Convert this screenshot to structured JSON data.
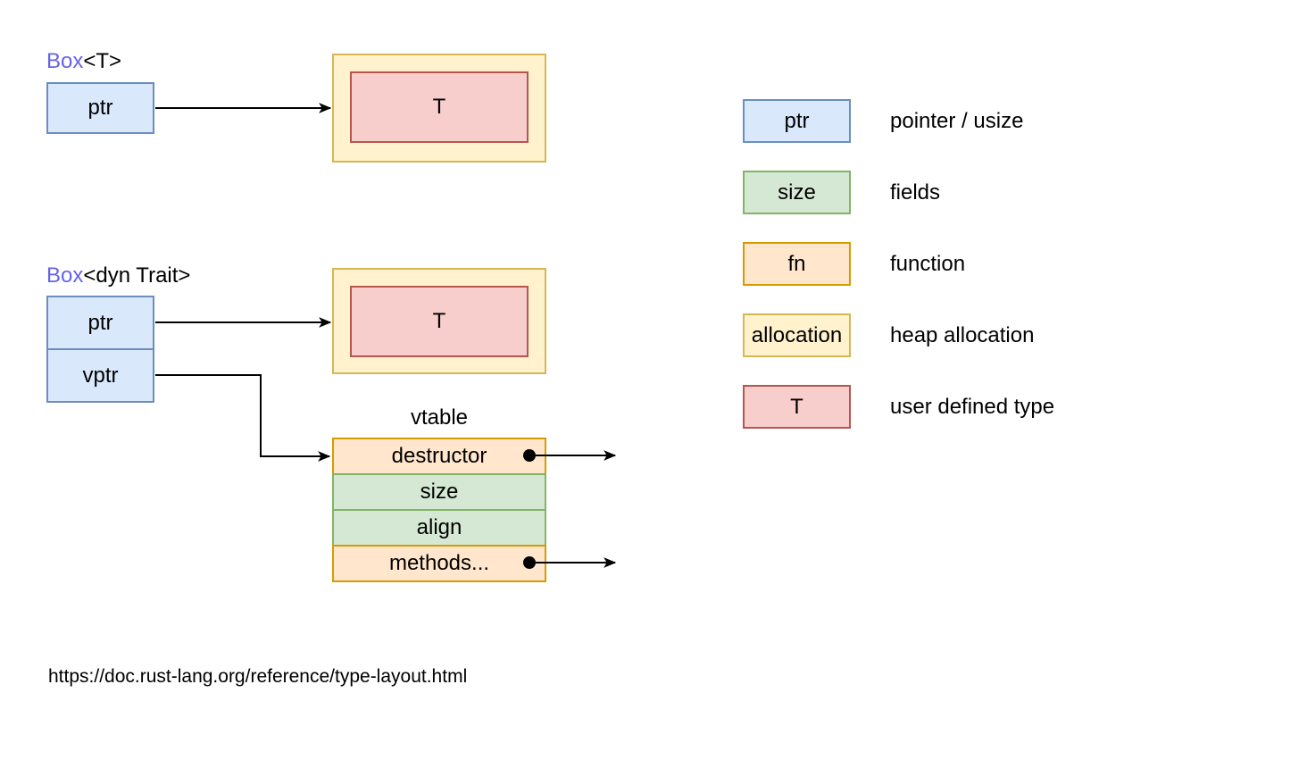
{
  "colors": {
    "ptr_fill": "#dae8fc",
    "ptr_stroke": "#6c8ebf",
    "fields_fill": "#d5e8d4",
    "fields_stroke": "#82b366",
    "fn_fill": "#ffe6cc",
    "fn_stroke": "#d79b00",
    "alloc_fill": "#fff2cc",
    "alloc_stroke": "#d6b656",
    "type_fill": "#f8cecc",
    "type_stroke": "#b85450",
    "keyword_color": "#6663e8",
    "line_color": "#000000"
  },
  "box_t": {
    "title_keyword": "Box",
    "title_type": "<T>",
    "ptr_label": "ptr",
    "heap_value_label": "T"
  },
  "box_dyn": {
    "title_keyword": "Box",
    "title_type": "<dyn Trait>",
    "ptr_label": "ptr",
    "vptr_label": "vptr",
    "heap_value_label": "T"
  },
  "vtable": {
    "title": "vtable",
    "rows": [
      {
        "label": "destructor",
        "kind": "fn",
        "pointer_out": true
      },
      {
        "label": "size",
        "kind": "fields",
        "pointer_out": false
      },
      {
        "label": "align",
        "kind": "fields",
        "pointer_out": false
      },
      {
        "label": "methods...",
        "kind": "fn",
        "pointer_out": true
      }
    ]
  },
  "legend": {
    "items": [
      {
        "swatch_label": "ptr",
        "kind": "ptr",
        "description": "pointer / usize"
      },
      {
        "swatch_label": "size",
        "kind": "fields",
        "description": "fields"
      },
      {
        "swatch_label": "fn",
        "kind": "fn",
        "description": "function"
      },
      {
        "swatch_label": "allocation",
        "kind": "alloc",
        "description": "heap allocation"
      },
      {
        "swatch_label": "T",
        "kind": "type",
        "description": "user defined type"
      }
    ]
  },
  "footer": {
    "source_url": "https://doc.rust-lang.org/reference/type-layout.html"
  }
}
